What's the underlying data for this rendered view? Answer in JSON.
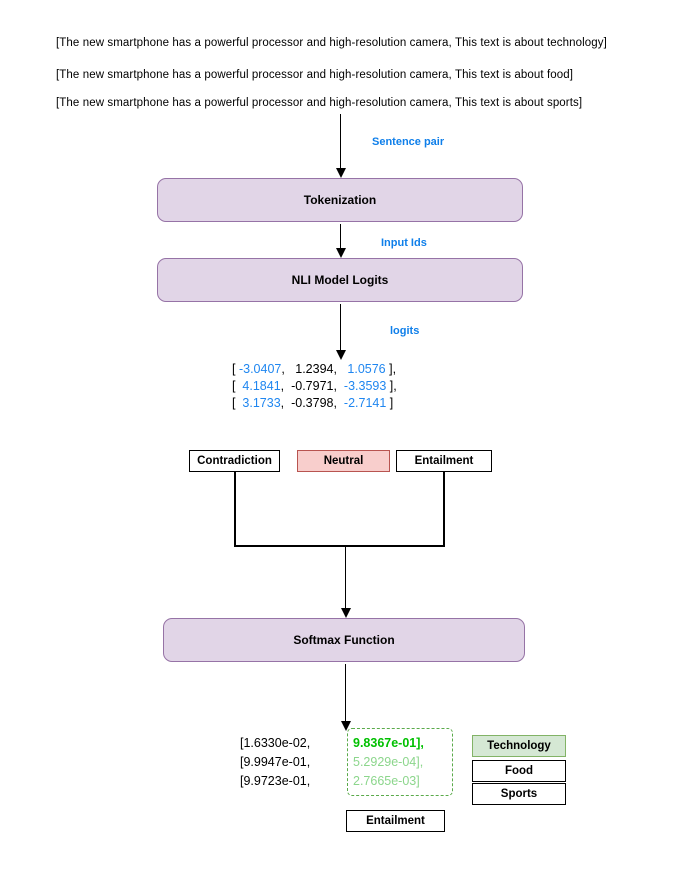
{
  "inputs": {
    "sentences": [
      "[The new smartphone has a powerful processor and high-resolution camera, This text is about technology]",
      "[The new smartphone has a powerful processor and high-resolution camera, This text is about food]",
      "[The new smartphone has a powerful processor and high-resolution camera, This text is about sports]"
    ]
  },
  "edges": {
    "sentence_pair": "Sentence pair",
    "input_ids": "Input Ids",
    "logits": "logits"
  },
  "process": {
    "tokenization": "Tokenization",
    "nli_model_logits": "NLI Model Logits",
    "softmax": "Softmax Function"
  },
  "logits_matrix": {
    "rows": [
      {
        "open": "[",
        "c0": "-3.0407",
        "c1": "1.2394",
        "c2": "1.0576",
        "close": "],"
      },
      {
        "open": "[",
        "c0": "4.1841",
        "c1": "-0.7971",
        "c2": "-3.3593",
        "close": "],"
      },
      {
        "open": "[",
        "c0": "3.1733",
        "c1": "-0.3798",
        "c2": "-2.7141",
        "close": "]"
      }
    ],
    "highlight_color": "#1f86f0",
    "plain_color": "#000000"
  },
  "labels": {
    "contradiction": "Contradiction",
    "neutral": "Neutral",
    "entailment": "Entailment",
    "neutral_fill": "#f8cecc",
    "neutral_border": "#b85450"
  },
  "probabilities": {
    "rows": [
      {
        "left": "[1.6330e-02,",
        "right": "9.8367e-01],",
        "emphasis": "strong"
      },
      {
        "left": "[9.9947e-01,",
        "right": "5.2929e-04],",
        "emphasis": "soft"
      },
      {
        "left": "[9.9723e-01,",
        "right": "2.7665e-03]",
        "emphasis": "soft"
      }
    ],
    "strong_color": "#00c000",
    "soft_color": "#8cd68c",
    "dashed_border_color": "#5aaa4a"
  },
  "categories": [
    {
      "label": "Technology",
      "fill": "#d5e8d4",
      "border": "#82b366"
    },
    {
      "label": "Food",
      "fill": "#ffffff",
      "border": "#000000"
    },
    {
      "label": "Sports",
      "fill": "#ffffff",
      "border": "#000000"
    }
  ],
  "final": {
    "prediction": "Entailment"
  },
  "theme": {
    "process_fill": "#e1d5e7",
    "process_border": "#9673a6",
    "edge_label_color": "#0f7fea",
    "line_color": "#000000"
  }
}
